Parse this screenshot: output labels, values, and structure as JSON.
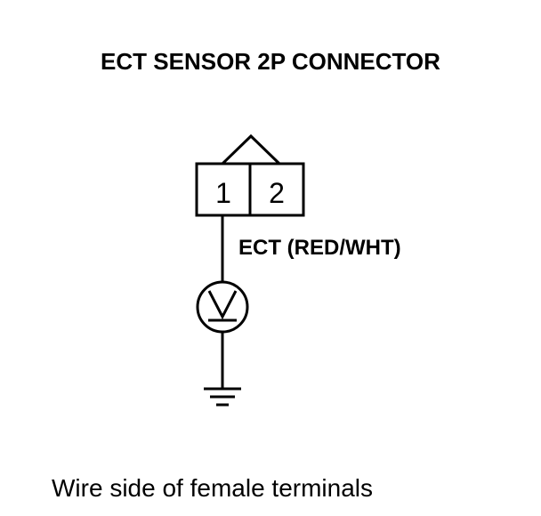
{
  "title": "ECT SENSOR 2P CONNECTOR",
  "connector": {
    "pins": [
      "1",
      "2"
    ]
  },
  "wire_label": "ECT (RED/WHT)",
  "caption": "Wire side of female terminals"
}
